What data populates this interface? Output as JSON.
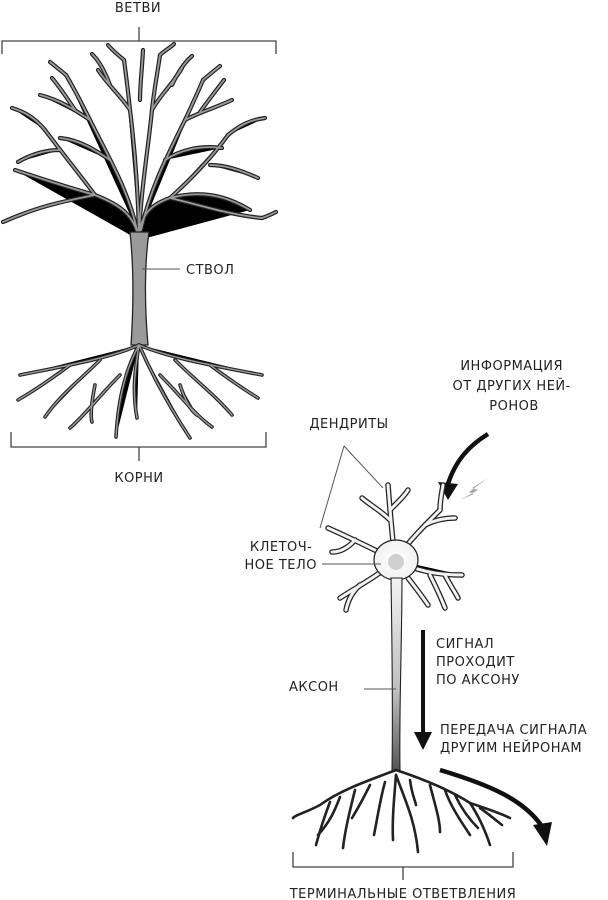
{
  "tree": {
    "branches_label": "ВЕТВИ",
    "trunk_label": "СТВОЛ",
    "roots_label": "КОРНИ"
  },
  "neuron": {
    "info_label": [
      "ИНФОРМАЦИЯ",
      "ОТ ДРУГИХ НЕЙ-",
      "РОНОВ"
    ],
    "dendrites_label": "ДЕНДРИТЫ",
    "cell_body_label": [
      "КЛЕТОЧ-",
      "НОЕ ТЕЛО"
    ],
    "axon_label": "АКСОН",
    "signal_label": [
      "СИГНАЛ",
      "ПРОХОДИТ",
      "ПО АКСОНУ"
    ],
    "transfer_label": [
      "ПЕРЕДАЧА СИГНАЛА",
      "ДРУГИМ НЕЙРОНАМ"
    ],
    "terminals_label": "ТЕРМИНАЛЬНЫЕ ОТВЕТВЛЕНИЯ"
  },
  "colors": {
    "trunk_fill": "#9a9a9a",
    "outline": "#222222",
    "cell_nucleus": "#d0d0d0",
    "spark": "#a8a8a8"
  }
}
